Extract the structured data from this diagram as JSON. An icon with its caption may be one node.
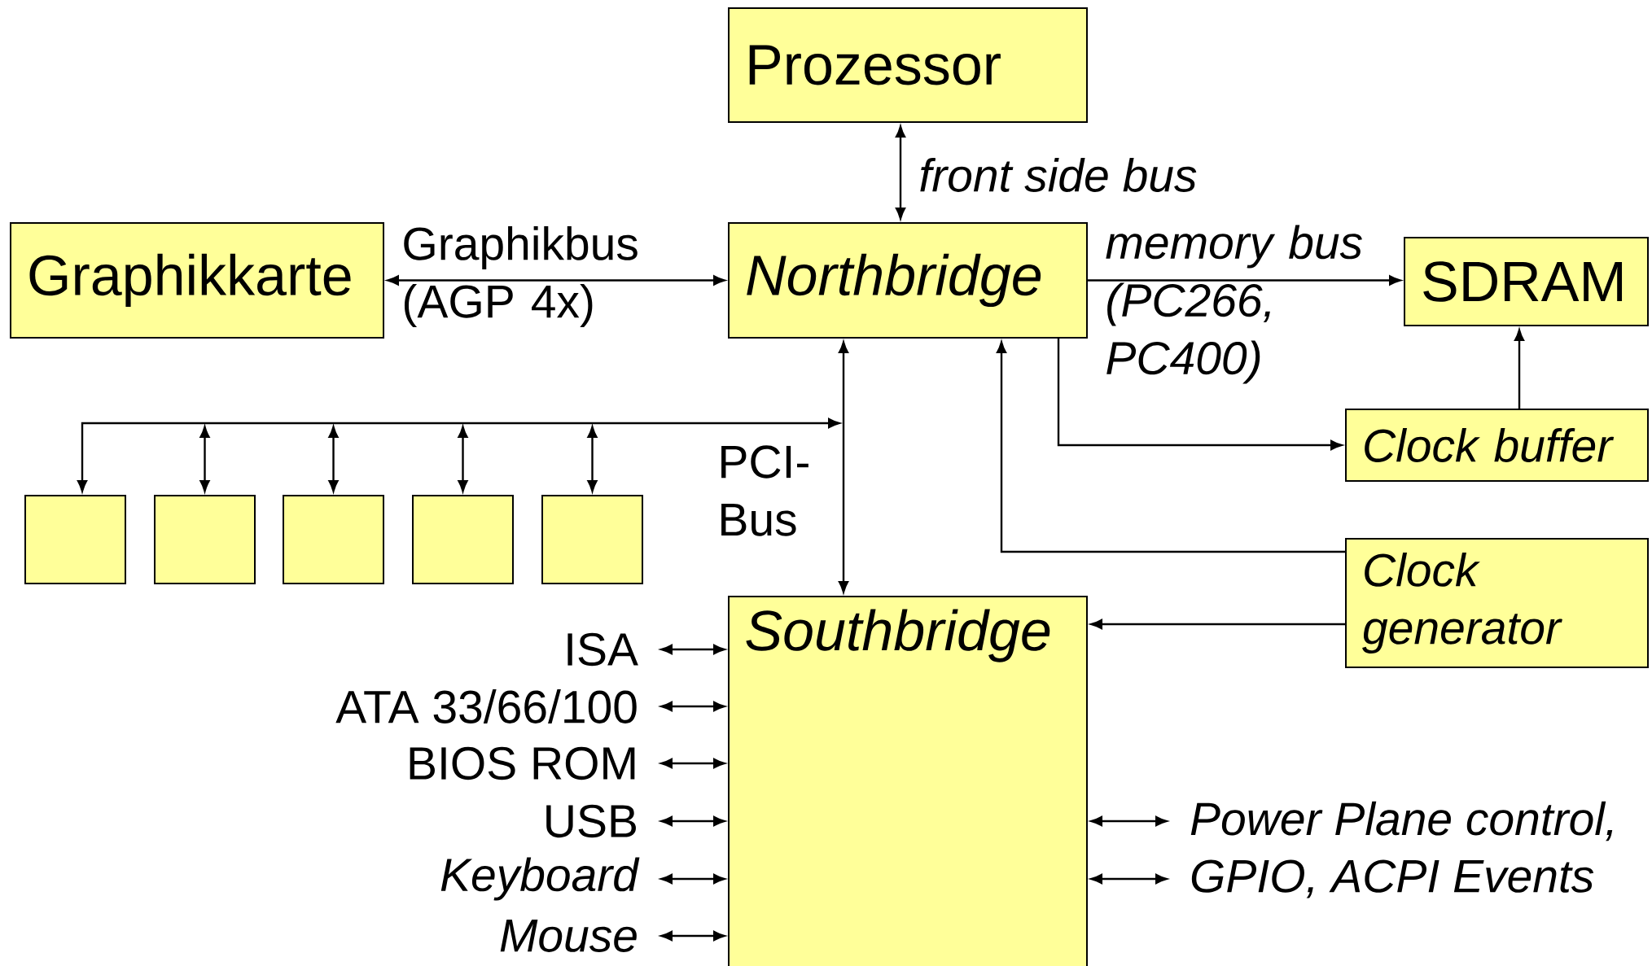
{
  "diagram": {
    "nodes": [
      {
        "text": [
          "Prozessor"
        ]
      },
      {
        "text": [
          "Graphikkarte"
        ]
      },
      {
        "text": [
          "Northbridge"
        ]
      },
      {
        "text": [
          "SDRAM"
        ]
      },
      {
        "text": [
          "Clock buffer"
        ]
      },
      {
        "text": [],
        "shape": "box"
      },
      {
        "text": [],
        "shape": "box"
      },
      {
        "text": [],
        "shape": "box"
      },
      {
        "text": [],
        "shape": "box"
      },
      {
        "text": [],
        "shape": "box"
      },
      {
        "text": [
          "Clock generator"
        ]
      },
      {
        "text": [
          "Southbridge"
        ]
      },
      {
        "text": [
          "ISA"
        ]
      },
      {
        "text": [
          "ATA 33/66/100"
        ]
      },
      {
        "text": [
          "BIOS ROM"
        ]
      },
      {
        "text": [
          "USB"
        ]
      },
      {
        "text": [
          "Keyboard"
        ]
      },
      {
        "text": [
          "Mouse"
        ]
      },
      {
        "text": [
          "Power Plane control,"
        ]
      },
      {
        "text": [
          "GPIO, ACPI Events"
        ]
      }
    ],
    "edges": [
      {
        "from": 0,
        "to": 2,
        "arrow": "both",
        "label": "front side bus"
      },
      {
        "from": 1,
        "to": 2,
        "arrow": "both",
        "label": "Graphikbus (AGP 4x)"
      },
      {
        "from": 2,
        "to": 3,
        "arrow": "to",
        "label": "memory bus (PC266, PC400)"
      },
      {
        "from": 2,
        "to": 11,
        "arrow": "both",
        "label": "PCI-Bus"
      },
      {
        "from": 2,
        "to": 4,
        "arrow": "to"
      },
      {
        "from": 4,
        "to": 3,
        "arrow": "to"
      },
      {
        "from": 10,
        "to": 2,
        "arrow": "to"
      },
      {
        "from": 10,
        "to": 11,
        "arrow": "to"
      },
      {
        "from": null,
        "to": 5,
        "arrow": "both"
      },
      {
        "from": null,
        "to": 6,
        "arrow": "both"
      },
      {
        "from": null,
        "to": 7,
        "arrow": "both"
      },
      {
        "from": null,
        "to": 8,
        "arrow": "both"
      },
      {
        "from": null,
        "to": 9,
        "arrow": "both"
      },
      {
        "from": 12,
        "to": 11,
        "arrow": "both"
      },
      {
        "from": 13,
        "to": 11,
        "arrow": "both"
      },
      {
        "from": 14,
        "to": 11,
        "arrow": "both"
      },
      {
        "from": 15,
        "to": 11,
        "arrow": "both"
      },
      {
        "from": 16,
        "to": 11,
        "arrow": "both"
      },
      {
        "from": 17,
        "to": 11,
        "arrow": "both"
      },
      {
        "from": 11,
        "to": 18,
        "arrow": "both"
      },
      {
        "from": 11,
        "to": 19,
        "arrow": "both"
      }
    ]
  }
}
